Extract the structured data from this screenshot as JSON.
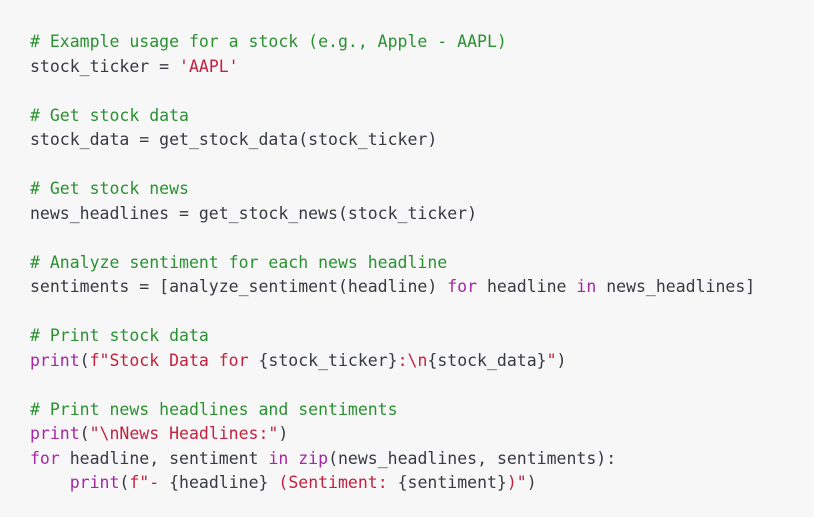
{
  "colors": {
    "background": "#f7f7f7",
    "text": "#383a42",
    "comment": "#2a9131",
    "string": "#c5213e",
    "keyword": "#a626a4"
  },
  "code": {
    "lines": [
      [
        {
          "t": "comment",
          "v": "# Example usage for a stock (e.g., Apple - AAPL)"
        }
      ],
      [
        {
          "t": "plain",
          "v": "stock_ticker = "
        },
        {
          "t": "string",
          "v": "'AAPL'"
        }
      ],
      [],
      [
        {
          "t": "comment",
          "v": "# Get stock data"
        }
      ],
      [
        {
          "t": "plain",
          "v": "stock_data = get_stock_data(stock_ticker)"
        }
      ],
      [],
      [
        {
          "t": "comment",
          "v": "# Get stock news"
        }
      ],
      [
        {
          "t": "plain",
          "v": "news_headlines = get_stock_news(stock_ticker)"
        }
      ],
      [],
      [
        {
          "t": "comment",
          "v": "# Analyze sentiment for each news headline"
        }
      ],
      [
        {
          "t": "plain",
          "v": "sentiments = [analyze_sentiment(headline) "
        },
        {
          "t": "keyword",
          "v": "for"
        },
        {
          "t": "plain",
          "v": " headline "
        },
        {
          "t": "keyword",
          "v": "in"
        },
        {
          "t": "plain",
          "v": " news_headlines]"
        }
      ],
      [],
      [
        {
          "t": "comment",
          "v": "# Print stock data"
        }
      ],
      [
        {
          "t": "builtin",
          "v": "print"
        },
        {
          "t": "plain",
          "v": "("
        },
        {
          "t": "string",
          "v": "f\"Stock Data for "
        },
        {
          "t": "plain",
          "v": "{stock_ticker}"
        },
        {
          "t": "string",
          "v": ":\\n"
        },
        {
          "t": "plain",
          "v": "{stock_data}"
        },
        {
          "t": "string",
          "v": "\""
        },
        {
          "t": "plain",
          "v": ")"
        }
      ],
      [],
      [
        {
          "t": "comment",
          "v": "# Print news headlines and sentiments"
        }
      ],
      [
        {
          "t": "builtin",
          "v": "print"
        },
        {
          "t": "plain",
          "v": "("
        },
        {
          "t": "string",
          "v": "\"\\nNews Headlines:\""
        },
        {
          "t": "plain",
          "v": ")"
        }
      ],
      [
        {
          "t": "keyword",
          "v": "for"
        },
        {
          "t": "plain",
          "v": " headline, sentiment "
        },
        {
          "t": "keyword",
          "v": "in"
        },
        {
          "t": "plain",
          "v": " "
        },
        {
          "t": "builtin",
          "v": "zip"
        },
        {
          "t": "plain",
          "v": "(news_headlines, sentiments):"
        }
      ],
      [
        {
          "t": "plain",
          "v": "    "
        },
        {
          "t": "builtin",
          "v": "print"
        },
        {
          "t": "plain",
          "v": "("
        },
        {
          "t": "string",
          "v": "f\"- "
        },
        {
          "t": "plain",
          "v": "{headline}"
        },
        {
          "t": "string",
          "v": " (Sentiment: "
        },
        {
          "t": "plain",
          "v": "{sentiment}"
        },
        {
          "t": "string",
          "v": ")\""
        },
        {
          "t": "plain",
          "v": ")"
        }
      ]
    ]
  }
}
